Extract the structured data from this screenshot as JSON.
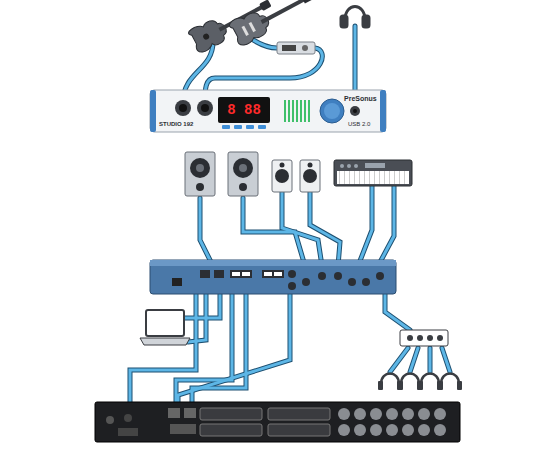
{
  "diagram": {
    "nodes": [
      {
        "text": [
          "STUDIO 192",
          "PreSonus",
          "USB 2.0"
        ]
      }
    ],
    "labels": [
      "8 88"
    ]
  }
}
